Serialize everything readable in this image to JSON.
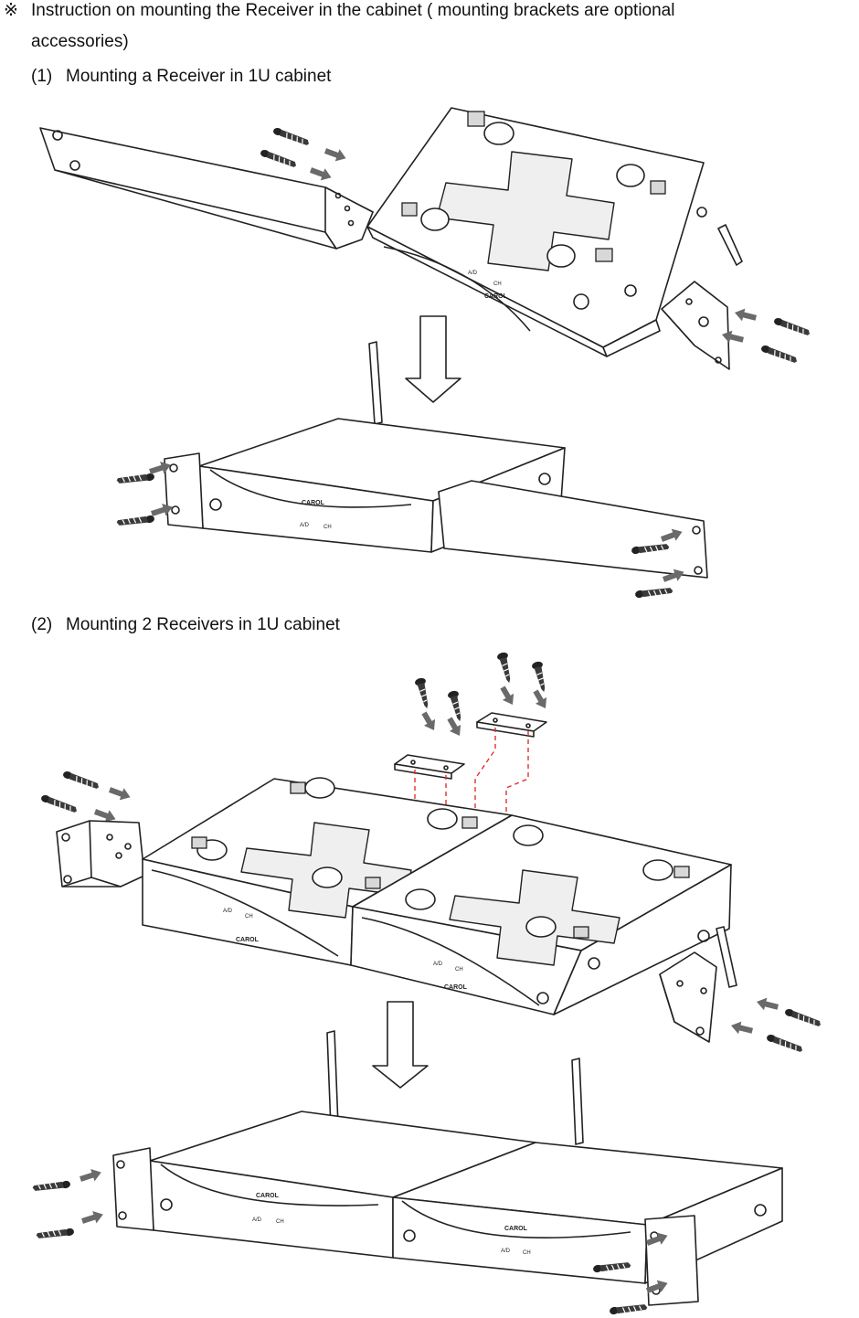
{
  "intro": {
    "symbol": "※",
    "line1": "Instruction on mounting the Receiver in the cabinet ( mounting brackets are optional",
    "line2": "accessories)"
  },
  "section1": {
    "number": "(1)",
    "title": "Mounting a Receiver in 1U cabinet"
  },
  "section2": {
    "number": "(2)",
    "title": "Mounting 2 Receivers in 1U cabinet"
  },
  "device": {
    "brand_label": "CAROL",
    "button_labels": [
      "A/D",
      "CH"
    ]
  }
}
